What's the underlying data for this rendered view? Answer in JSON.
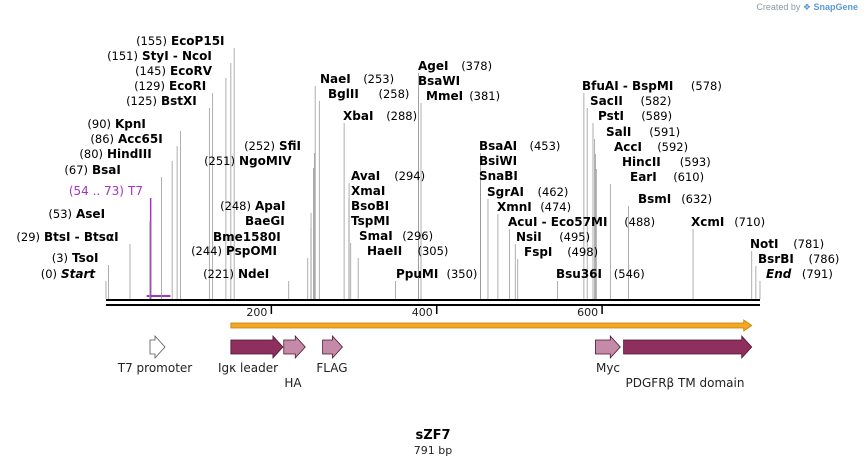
{
  "credit": {
    "prefix": "Created by",
    "brand": "SnapGene"
  },
  "plasmid": {
    "name": "sZF7",
    "length_label": "791 bp",
    "length": 791
  },
  "ticks": [
    {
      "value": 200,
      "label": "200"
    },
    {
      "value": 400,
      "label": "400"
    },
    {
      "value": 600,
      "label": "600"
    }
  ],
  "sites": [
    {
      "name": "Start",
      "pos": 0,
      "pos_label": "(0)",
      "style": "italic"
    },
    {
      "name": "TsoI",
      "pos": 3,
      "pos_label": "(3)"
    },
    {
      "name": "BtsI - BtsαI",
      "pos": 29,
      "pos_label": "(29)"
    },
    {
      "name": "T7",
      "pos": 54,
      "pos_label": "(54 .. 73)",
      "style": "purple"
    },
    {
      "name": "AseI",
      "pos": 53,
      "pos_label": "(53)"
    },
    {
      "name": "BsaI",
      "pos": 67,
      "pos_label": "(67)"
    },
    {
      "name": "HindIII",
      "pos": 80,
      "pos_label": "(80)"
    },
    {
      "name": "Acc65I",
      "pos": 86,
      "pos_label": "(86)"
    },
    {
      "name": "KpnI",
      "pos": 90,
      "pos_label": "(90)"
    },
    {
      "name": "BstXI",
      "pos": 125,
      "pos_label": "(125)"
    },
    {
      "name": "EcoRI",
      "pos": 129,
      "pos_label": "(129)"
    },
    {
      "name": "EcoRV",
      "pos": 145,
      "pos_label": "(145)"
    },
    {
      "name": "StyI - NcoI",
      "pos": 151,
      "pos_label": "(151)"
    },
    {
      "name": "EcoP15I",
      "pos": 155,
      "pos_label": "(155)"
    },
    {
      "name": "NdeI",
      "pos": 221,
      "pos_label": "(221)"
    },
    {
      "name": "PspOMI",
      "pos": 244,
      "pos_label": "(244)"
    },
    {
      "name": "Bme1580I",
      "pos": 248,
      "pos_label": ""
    },
    {
      "name": "BaeGI",
      "pos": 248,
      "pos_label": ""
    },
    {
      "name": "ApaI",
      "pos": 248,
      "pos_label": "(248)"
    },
    {
      "name": "NgoMIV",
      "pos": 251,
      "pos_label": "(251)"
    },
    {
      "name": "SfiI",
      "pos": 252,
      "pos_label": "(252)"
    },
    {
      "name": "NaeI",
      "pos": 253,
      "pos_label": "(253)"
    },
    {
      "name": "BglII",
      "pos": 258,
      "pos_label": "(258)"
    },
    {
      "name": "XbaI",
      "pos": 288,
      "pos_label": "(288)"
    },
    {
      "name": "AvaI",
      "pos": 294,
      "pos_label": "(294)"
    },
    {
      "name": "XmaI",
      "pos": 294,
      "pos_label": ""
    },
    {
      "name": "BsoBI",
      "pos": 294,
      "pos_label": ""
    },
    {
      "name": "TspMI",
      "pos": 294,
      "pos_label": ""
    },
    {
      "name": "SmaI",
      "pos": 296,
      "pos_label": "(296)"
    },
    {
      "name": "HaeII",
      "pos": 305,
      "pos_label": "(305)"
    },
    {
      "name": "AgeI",
      "pos": 378,
      "pos_label": "(378)"
    },
    {
      "name": "BsaWI",
      "pos": 378,
      "pos_label": ""
    },
    {
      "name": "MmeI",
      "pos": 381,
      "pos_label": "(381)"
    },
    {
      "name": "PpuMI",
      "pos": 350,
      "pos_label": "(350)"
    },
    {
      "name": "BsaAI",
      "pos": 453,
      "pos_label": "(453)"
    },
    {
      "name": "BsiWI",
      "pos": 453,
      "pos_label": ""
    },
    {
      "name": "SnaBI",
      "pos": 453,
      "pos_label": ""
    },
    {
      "name": "SgrAI",
      "pos": 462,
      "pos_label": "(462)"
    },
    {
      "name": "XmnI",
      "pos": 474,
      "pos_label": "(474)"
    },
    {
      "name": "AcuI - Eco57MI",
      "pos": 488,
      "pos_label": "(488)"
    },
    {
      "name": "NsiI",
      "pos": 495,
      "pos_label": "(495)"
    },
    {
      "name": "FspI",
      "pos": 498,
      "pos_label": "(498)"
    },
    {
      "name": "Bsu36I",
      "pos": 546,
      "pos_label": "(546)"
    },
    {
      "name": "BfuAI - BspMI",
      "pos": 578,
      "pos_label": "(578)"
    },
    {
      "name": "SacII",
      "pos": 582,
      "pos_label": "(582)"
    },
    {
      "name": "PstI",
      "pos": 589,
      "pos_label": "(589)"
    },
    {
      "name": "SalI",
      "pos": 591,
      "pos_label": "(591)"
    },
    {
      "name": "AccI",
      "pos": 592,
      "pos_label": "(592)"
    },
    {
      "name": "HincII",
      "pos": 593,
      "pos_label": "(593)"
    },
    {
      "name": "EarI",
      "pos": 610,
      "pos_label": "(610)"
    },
    {
      "name": "BsmI",
      "pos": 632,
      "pos_label": "(632)"
    },
    {
      "name": "XcmI",
      "pos": 710,
      "pos_label": "(710)"
    },
    {
      "name": "NotI",
      "pos": 781,
      "pos_label": "(781)"
    },
    {
      "name": "BsrBI",
      "pos": 786,
      "pos_label": "(786)"
    },
    {
      "name": "End",
      "pos": 791,
      "pos_label": "(791)",
      "style": "italic"
    }
  ],
  "features": [
    {
      "name": "T7 promoter",
      "start": 54,
      "end": 73,
      "color": "#ffffff"
    },
    {
      "name": "Igκ leader",
      "start": 151,
      "end": 214,
      "color": "#8e2f5e"
    },
    {
      "name": "HA",
      "start": 215,
      "end": 241,
      "color": "#c48aa8"
    },
    {
      "name": "FLAG",
      "start": 262,
      "end": 286,
      "color": "#c48aa8"
    },
    {
      "name": "Myc",
      "start": 592,
      "end": 622,
      "color": "#c48aa8"
    },
    {
      "name": "PDGFRβ TM domain",
      "start": 626,
      "end": 781,
      "color": "#8e2f5e"
    }
  ],
  "orf": {
    "start": 151,
    "end": 781,
    "color": "#f5a623"
  },
  "colors": {
    "label_accent": "#a136c4",
    "backbone": "#000000"
  }
}
